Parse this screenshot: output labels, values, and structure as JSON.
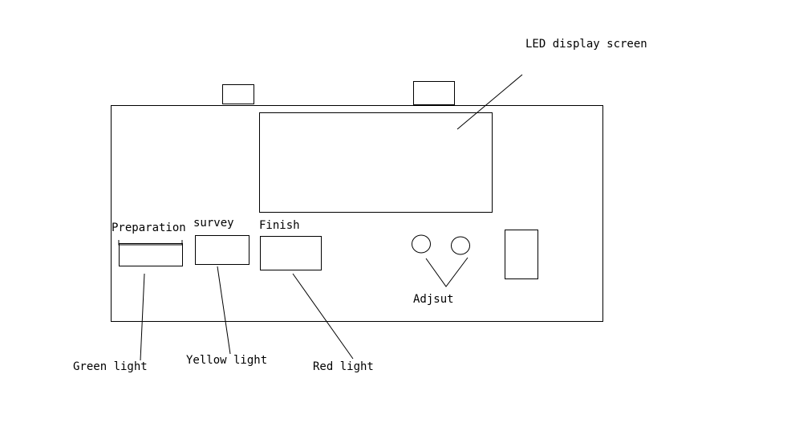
{
  "labels": {
    "led_display_screen": "LED display screen",
    "preparation": "Preparation",
    "survey": "survey",
    "finish": "Finish",
    "adjust": "Adjsut",
    "green_light": "Green light",
    "yellow_light": "Yellow light",
    "red_light": "Red light"
  },
  "colors": {
    "stroke": "#000000",
    "background": "#ffffff"
  }
}
